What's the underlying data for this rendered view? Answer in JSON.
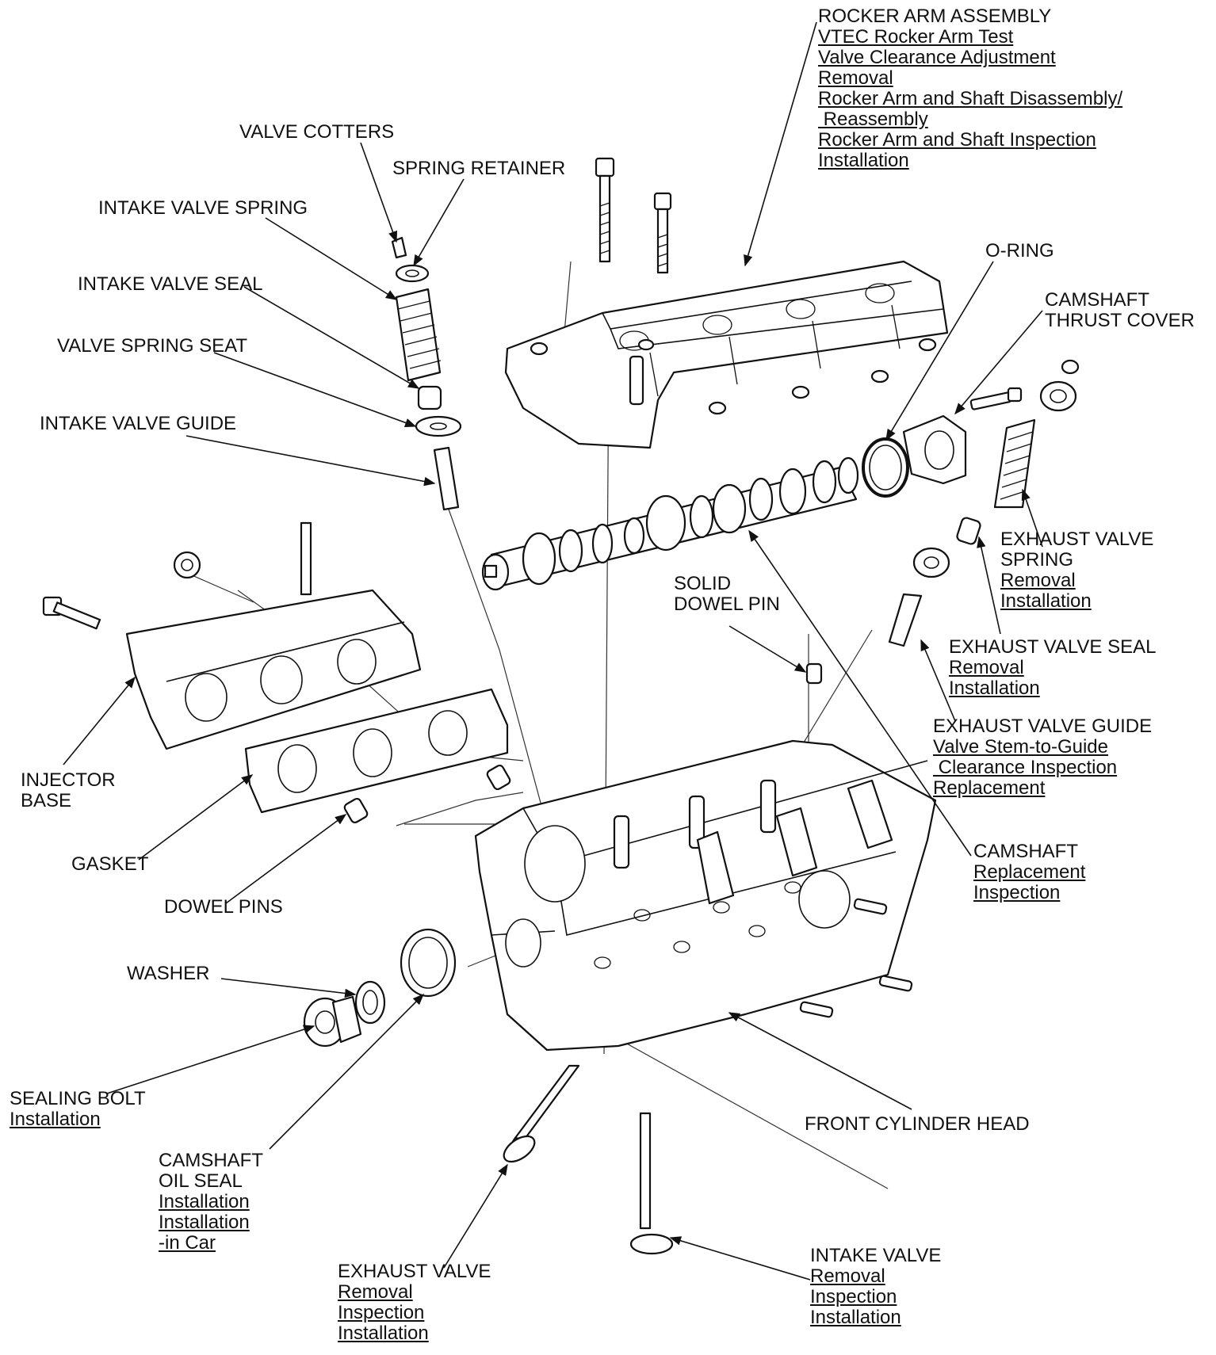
{
  "labels": {
    "rocker_arm_assembly": {
      "title": "ROCKER ARM ASSEMBLY",
      "links": [
        "VTEC Rocker Arm Test",
        "Valve Clearance Adjustment",
        "Removal",
        "Rocker Arm and Shaft Disassembly/",
        " Reassembly",
        "Rocker Arm and Shaft Inspection",
        "Installation"
      ]
    },
    "valve_cotters": {
      "title": "VALVE COTTERS"
    },
    "spring_retainer": {
      "title": "SPRING RETAINER"
    },
    "intake_valve_spring": {
      "title": "INTAKE VALVE SPRING"
    },
    "intake_valve_seal": {
      "title": "INTAKE VALVE SEAL"
    },
    "valve_spring_seat": {
      "title": "VALVE SPRING SEAT"
    },
    "intake_valve_guide": {
      "title": "INTAKE VALVE GUIDE"
    },
    "o_ring": {
      "title": "O-RING"
    },
    "camshaft_thrust_cover": {
      "title_lines": [
        "CAMSHAFT",
        "THRUST COVER"
      ]
    },
    "exhaust_valve_spring": {
      "title_lines": [
        "EXHAUST VALVE",
        "SPRING"
      ],
      "links": [
        "Removal",
        "Installation"
      ]
    },
    "solid_dowel_pin": {
      "title_lines": [
        "SOLID",
        "DOWEL PIN"
      ]
    },
    "exhaust_valve_seal": {
      "title": "EXHAUST VALVE SEAL",
      "links": [
        "Removal",
        "Installation"
      ]
    },
    "exhaust_valve_guide": {
      "title": "EXHAUST VALVE GUIDE",
      "links": [
        "Valve Stem-to-Guide",
        " Clearance Inspection",
        "Replacement"
      ]
    },
    "injector_base": {
      "title_lines": [
        "INJECTOR",
        "BASE"
      ]
    },
    "gasket": {
      "title": "GASKET"
    },
    "dowel_pins": {
      "title": "DOWEL PINS"
    },
    "camshaft": {
      "title": "CAMSHAFT",
      "links": [
        "Replacement",
        "Inspection"
      ]
    },
    "washer": {
      "title": "WASHER"
    },
    "sealing_bolt": {
      "title": "SEALING BOLT",
      "links": [
        "Installation"
      ]
    },
    "front_cylinder_head": {
      "title": "FRONT CYLINDER HEAD"
    },
    "camshaft_oil_seal": {
      "title_lines": [
        "CAMSHAFT",
        "OIL SEAL"
      ],
      "links": [
        "Installation",
        "Installation",
        "-in Car"
      ]
    },
    "exhaust_valve": {
      "title": "EXHAUST VALVE",
      "links": [
        "Removal",
        "Inspection",
        "Installation"
      ]
    },
    "intake_valve": {
      "title": "INTAKE VALVE",
      "links": [
        "Removal",
        "Inspection",
        "Installation"
      ]
    }
  }
}
